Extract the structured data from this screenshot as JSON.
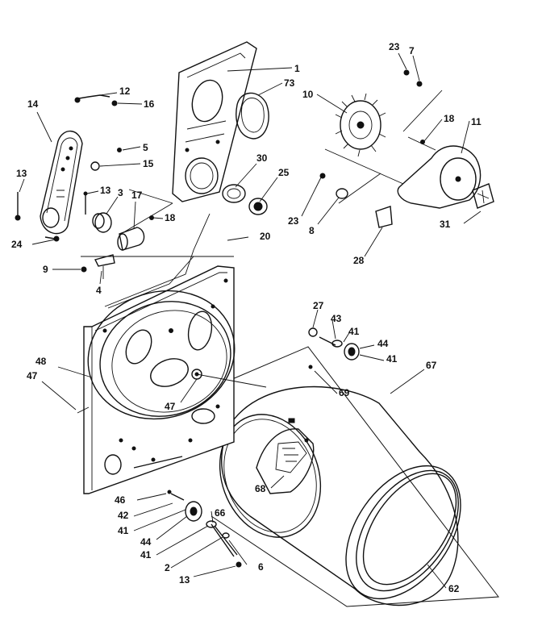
{
  "callouts": [
    {
      "id": "c1",
      "text": "1"
    },
    {
      "id": "c73",
      "text": "73"
    },
    {
      "id": "c10",
      "text": "10"
    },
    {
      "id": "c23a",
      "text": "23"
    },
    {
      "id": "c7",
      "text": "7"
    },
    {
      "id": "c18a",
      "text": "18"
    },
    {
      "id": "c11",
      "text": "11"
    },
    {
      "id": "c12",
      "text": "12"
    },
    {
      "id": "c16",
      "text": "16"
    },
    {
      "id": "c14",
      "text": "14"
    },
    {
      "id": "c5",
      "text": "5"
    },
    {
      "id": "c15",
      "text": "15"
    },
    {
      "id": "c30",
      "text": "30"
    },
    {
      "id": "c25",
      "text": "25"
    },
    {
      "id": "c13a",
      "text": "13"
    },
    {
      "id": "c13b",
      "text": "13"
    },
    {
      "id": "c3",
      "text": "3"
    },
    {
      "id": "c17",
      "text": "17"
    },
    {
      "id": "c18b",
      "text": "18"
    },
    {
      "id": "c23b",
      "text": "23"
    },
    {
      "id": "c8",
      "text": "8"
    },
    {
      "id": "c31",
      "text": "31"
    },
    {
      "id": "c24",
      "text": "24"
    },
    {
      "id": "c20",
      "text": "20"
    },
    {
      "id": "c28",
      "text": "28"
    },
    {
      "id": "c9",
      "text": "9"
    },
    {
      "id": "c4",
      "text": "4"
    },
    {
      "id": "c27",
      "text": "27"
    },
    {
      "id": "c43",
      "text": "43"
    },
    {
      "id": "c41a",
      "text": "41"
    },
    {
      "id": "c44a",
      "text": "44"
    },
    {
      "id": "c41b",
      "text": "41"
    },
    {
      "id": "c48",
      "text": "48"
    },
    {
      "id": "c67",
      "text": "67"
    },
    {
      "id": "c47a",
      "text": "47"
    },
    {
      "id": "c69",
      "text": "69"
    },
    {
      "id": "c47b",
      "text": "47"
    },
    {
      "id": "c68",
      "text": "68"
    },
    {
      "id": "c46",
      "text": "46"
    },
    {
      "id": "c42",
      "text": "42"
    },
    {
      "id": "c41c",
      "text": "41"
    },
    {
      "id": "c44b",
      "text": "44"
    },
    {
      "id": "c66",
      "text": "66"
    },
    {
      "id": "c41d",
      "text": "41"
    },
    {
      "id": "c2",
      "text": "2"
    },
    {
      "id": "c6",
      "text": "6"
    },
    {
      "id": "c13c",
      "text": "13"
    },
    {
      "id": "c62",
      "text": "62"
    }
  ]
}
